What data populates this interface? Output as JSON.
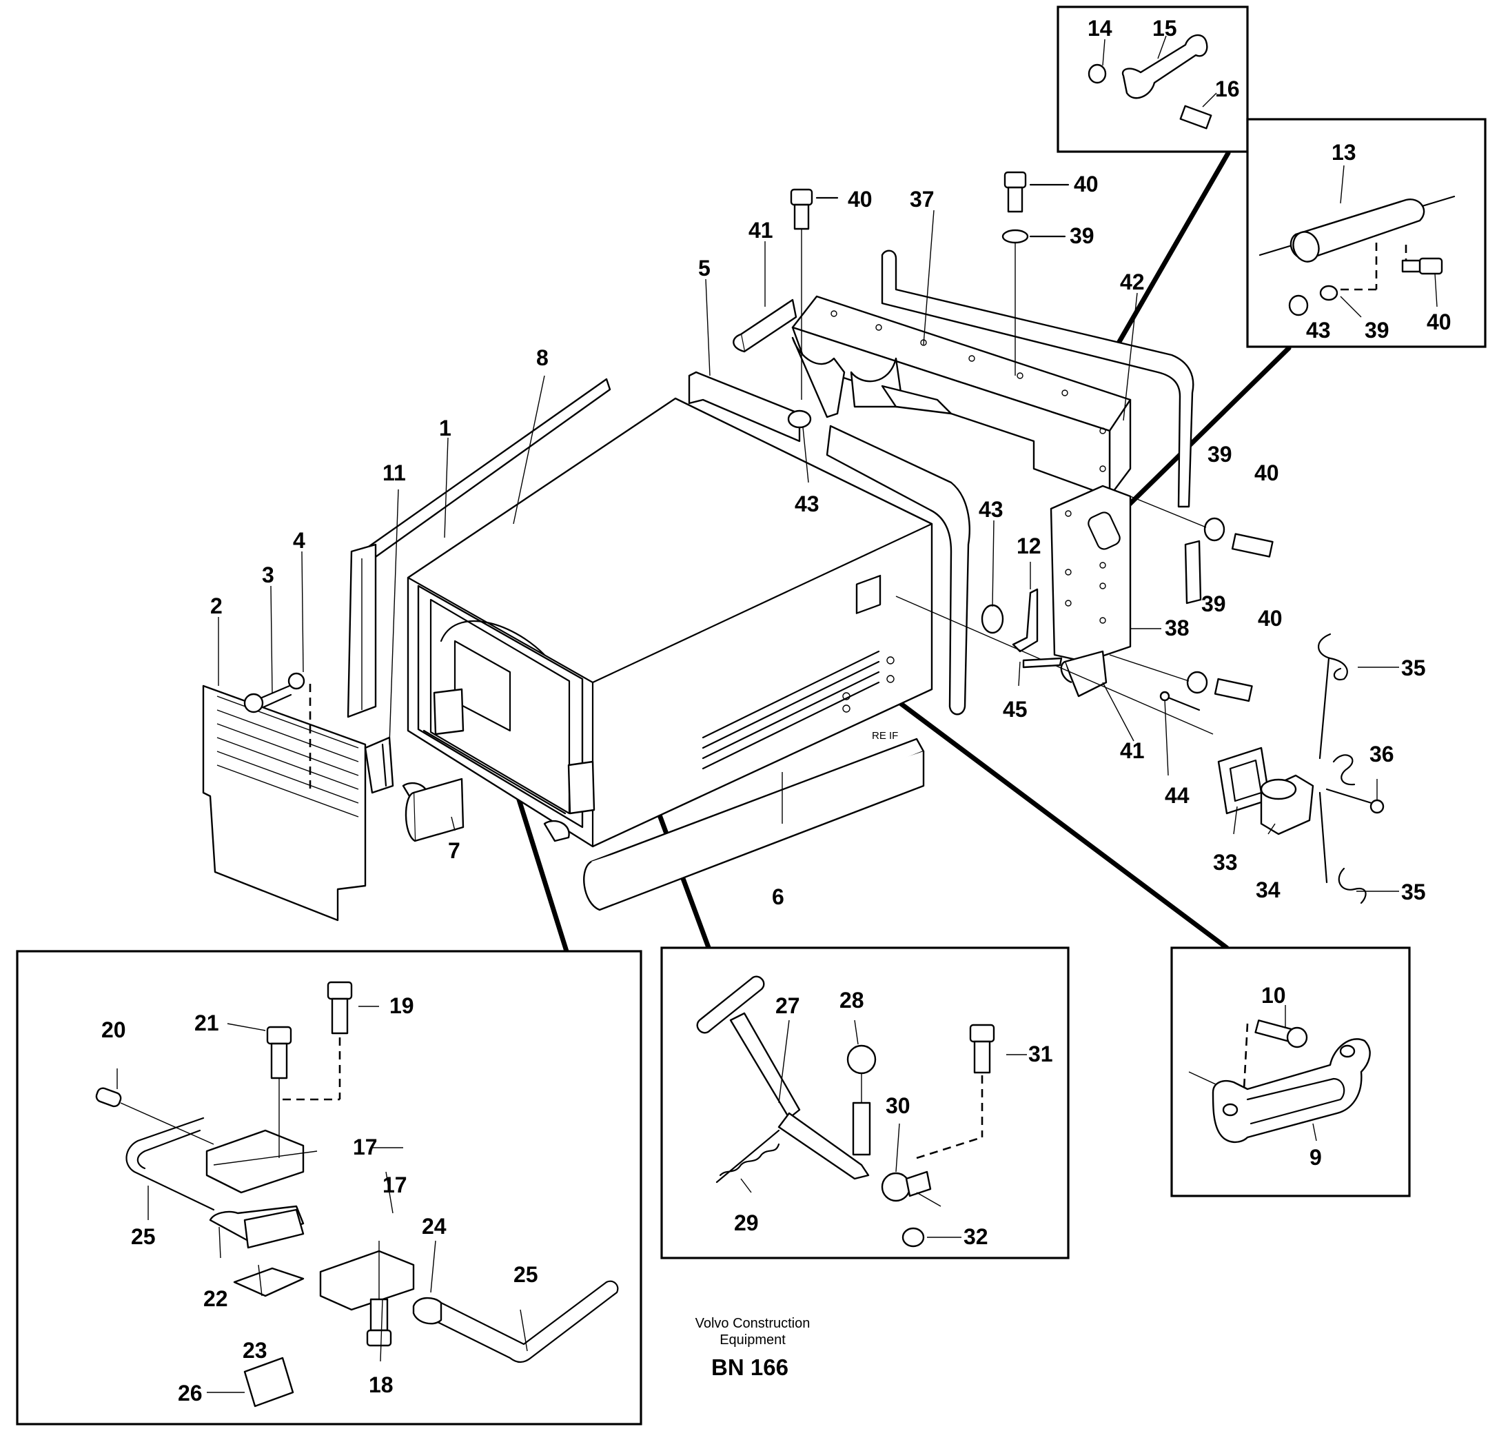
{
  "callouts": {
    "main": [
      "1",
      "2",
      "3",
      "4",
      "5",
      "6",
      "7",
      "8",
      "11",
      "12",
      "37",
      "38",
      "41",
      "42",
      "43",
      "45",
      "44",
      "33",
      "34",
      "35",
      "36",
      "39",
      "40"
    ],
    "inset_top": [
      "14",
      "15",
      "16"
    ],
    "inset_right": [
      "13",
      "39",
      "40",
      "43"
    ],
    "inset_bottom_left": [
      "17",
      "18",
      "19",
      "20",
      "21",
      "22",
      "23",
      "24",
      "25",
      "26"
    ],
    "inset_bottom_center": [
      "27",
      "28",
      "29",
      "30",
      "31",
      "32"
    ],
    "inset_bottom_right": [
      "9",
      "10"
    ]
  },
  "caption": {
    "line1": "Volvo Construction",
    "line2": "Equipment",
    "code": "BN 166"
  }
}
